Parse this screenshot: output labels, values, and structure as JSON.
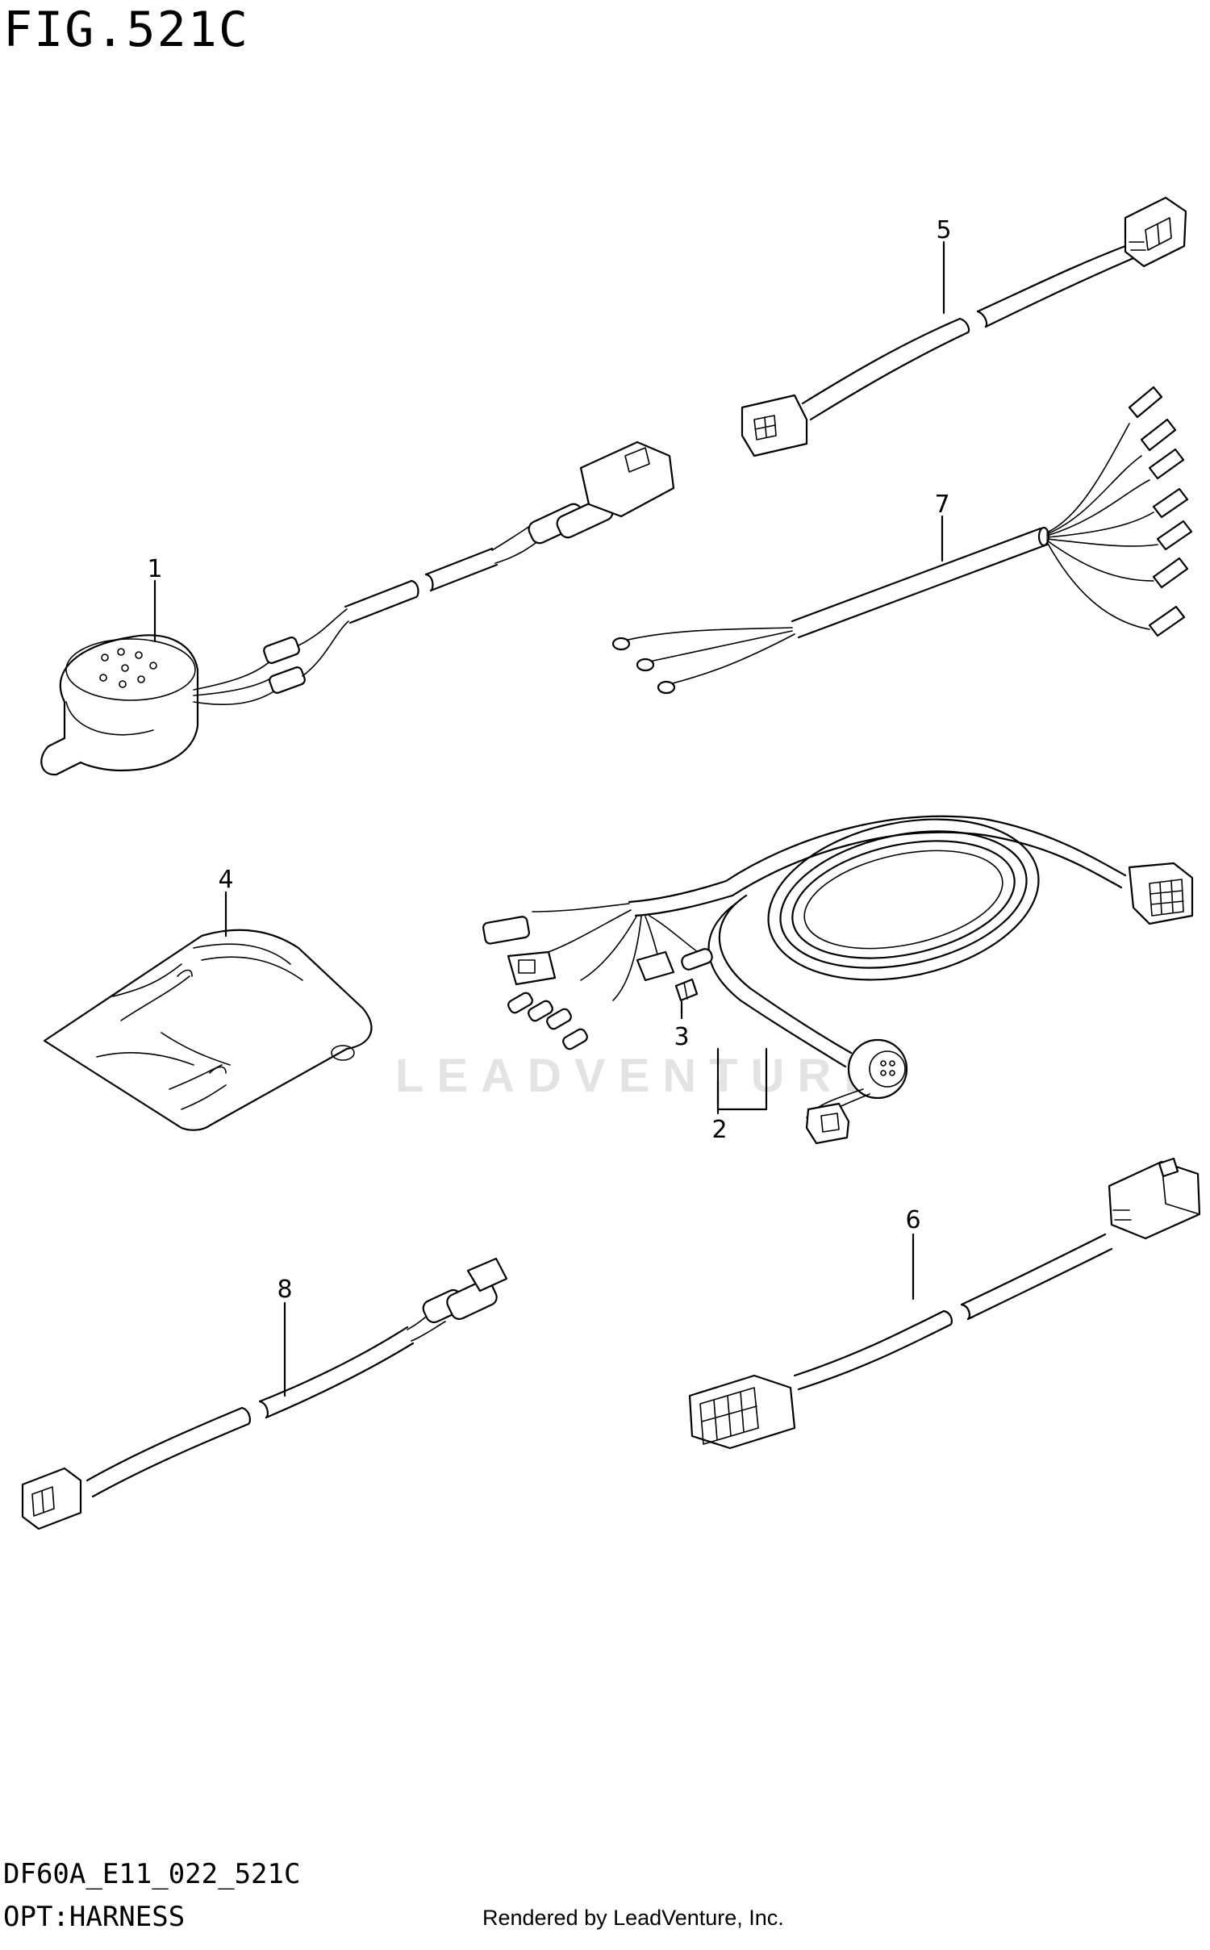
{
  "figure": {
    "title": "FIG.521C",
    "diagram_code": "DF60A_E11_022_521C",
    "section_name": "OPT:HARNESS",
    "rendered_by": "Rendered by LeadVenture, Inc.",
    "watermark": "LEADVENTURE"
  },
  "callouts": [
    "1",
    "2",
    "3",
    "4",
    "5",
    "6",
    "7",
    "8"
  ],
  "parts": [
    {
      "ref": "1",
      "icon": "buzzer-with-lead-wires-icon"
    },
    {
      "ref": "2",
      "icon": "main-wiring-harness-icon"
    },
    {
      "ref": "3",
      "icon": "fuse-icon"
    },
    {
      "ref": "4",
      "icon": "parts-bag-icon"
    },
    {
      "ref": "5",
      "icon": "extension-harness-4-pin-icon"
    },
    {
      "ref": "6",
      "icon": "extension-harness-10-pin-icon"
    },
    {
      "ref": "7",
      "icon": "lead-wire-harness-icon"
    },
    {
      "ref": "8",
      "icon": "adapter-harness-icon"
    }
  ],
  "colors": {
    "line": "#000000",
    "background": "#ffffff",
    "watermark": "#e3e3e3"
  }
}
